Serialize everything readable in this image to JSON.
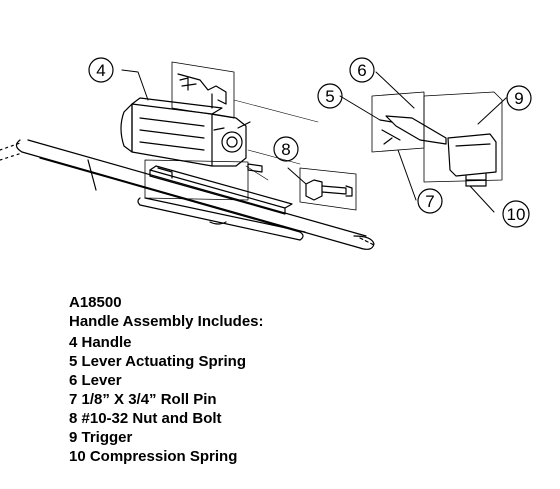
{
  "diagram": {
    "callouts": [
      "4",
      "5",
      "6",
      "7",
      "8",
      "9",
      "10"
    ]
  },
  "parts_list": {
    "part_number": "A18500",
    "heading": "Handle Assembly Includes:",
    "items": [
      "4 Handle",
      "5 Lever Actuating Spring",
      "6 Lever",
      "7 1/8” X 3/4” Roll Pin",
      "8 #10-32 Nut and Bolt",
      "9 Trigger",
      "10 Compression Spring"
    ]
  }
}
